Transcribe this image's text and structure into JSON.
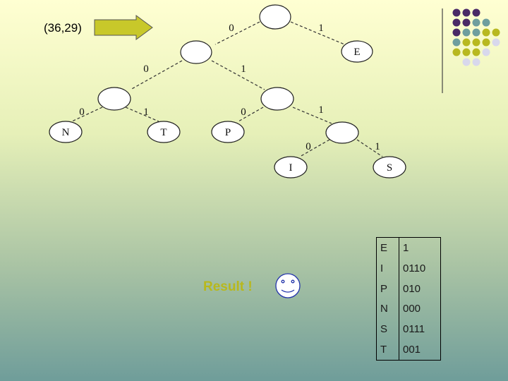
{
  "coordinate_label": "(36,29)",
  "result_label": "Result !",
  "tree": {
    "leaf_labels": {
      "E": "E",
      "N": "N",
      "T": "T",
      "P": "P",
      "I": "I",
      "S": "S"
    },
    "edge_labels": {
      "root_left": "0",
      "root_right": "1",
      "n1_left": "0",
      "n1_right": "1",
      "n2_left": "0",
      "n2_right": "1",
      "n3_left": "0",
      "n3_right": "1",
      "n4_left": "0",
      "n4_right": "1"
    }
  },
  "code_table": [
    {
      "symbol": "E",
      "code": "1"
    },
    {
      "symbol": "I",
      "code": "0110"
    },
    {
      "symbol": "P",
      "code": "010"
    },
    {
      "symbol": "N",
      "code": "000"
    },
    {
      "symbol": "S",
      "code": "0111"
    },
    {
      "symbol": "T",
      "code": "001"
    }
  ],
  "colors": {
    "arrow_fill": "#c8c82a",
    "node_stroke": "#222222",
    "node_fill": "#ffffff",
    "face_stroke": "#2233aa",
    "result_text": "#b8b81c",
    "dot_purple": "#4a2a66",
    "dot_teal": "#6e9e9e",
    "dot_olive": "#b8b820",
    "dot_lavender": "#d8d8ec"
  },
  "decoration": {
    "dot_grid": [
      [
        "purple",
        "purple",
        "purple",
        "",
        ""
      ],
      [
        "purple",
        "purple",
        "teal",
        "teal",
        ""
      ],
      [
        "purple",
        "teal",
        "teal",
        "olive",
        "olive"
      ],
      [
        "teal",
        "olive",
        "olive",
        "olive",
        "lavender"
      ],
      [
        "olive",
        "olive",
        "olive",
        "lavender",
        ""
      ],
      [
        "",
        "lavender",
        "lavender",
        "",
        ""
      ]
    ]
  }
}
